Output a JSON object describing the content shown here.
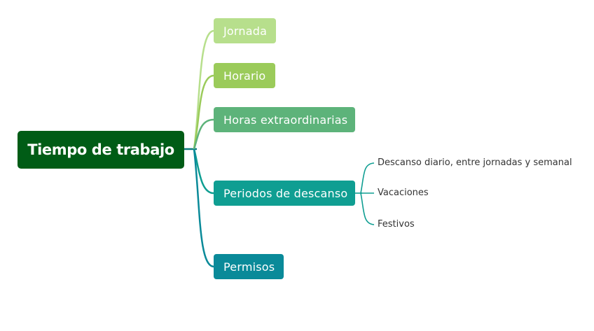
{
  "diagram": {
    "root": {
      "label": "Tiempo de trabajo",
      "color": "#005c16"
    },
    "branches": [
      {
        "id": "jornada",
        "label": "Jornada",
        "color": "#b7df8c"
      },
      {
        "id": "horario",
        "label": "Horario",
        "color": "#9bcb5a"
      },
      {
        "id": "horas",
        "label": "Horas extraordinarias",
        "color": "#5db37a"
      },
      {
        "id": "periodos",
        "label": "Periodos de descanso",
        "color": "#0f9e92",
        "children": [
          {
            "id": "descanso",
            "label": "Descanso diario, entre jornadas y semanal"
          },
          {
            "id": "vacaciones",
            "label": "Vacaciones"
          },
          {
            "id": "festivos",
            "label": "Festivos"
          }
        ]
      },
      {
        "id": "permisos",
        "label": "Permisos",
        "color": "#0a8a99"
      }
    ]
  }
}
